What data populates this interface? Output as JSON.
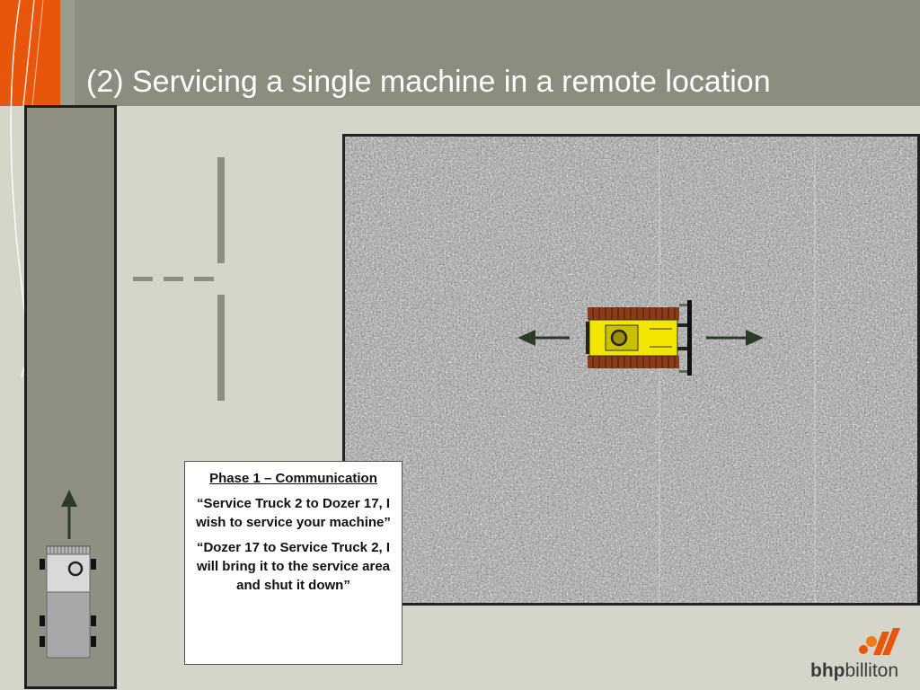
{
  "slide": {
    "title": "(2) Servicing a single machine in a remote location"
  },
  "callout": {
    "heading": "Phase 1 – Communication",
    "message_1": "“Service Truck 2 to Dozer 17, I wish to service your machine”",
    "message_2": "“Dozer 17 to Service Truck 2, I will bring it to the service area and shut it down”"
  },
  "logo": {
    "brand_bold": "bhp",
    "brand_light": "billiton"
  },
  "colors": {
    "header": "#8c8c7f",
    "accent_orange": "#e8560b",
    "background": "#d6d5c9",
    "road": "#8f8f82",
    "dozer_yellow": "#f2e600",
    "track_brown": "#8b3a1a",
    "arrow": "#2c3a2a"
  },
  "icons": {
    "dozer": "dozer-icon",
    "service_truck": "service-truck-icon",
    "arrow_left": "arrow-left-icon",
    "arrow_right": "arrow-right-icon",
    "arrow_up": "arrow-up-icon"
  }
}
